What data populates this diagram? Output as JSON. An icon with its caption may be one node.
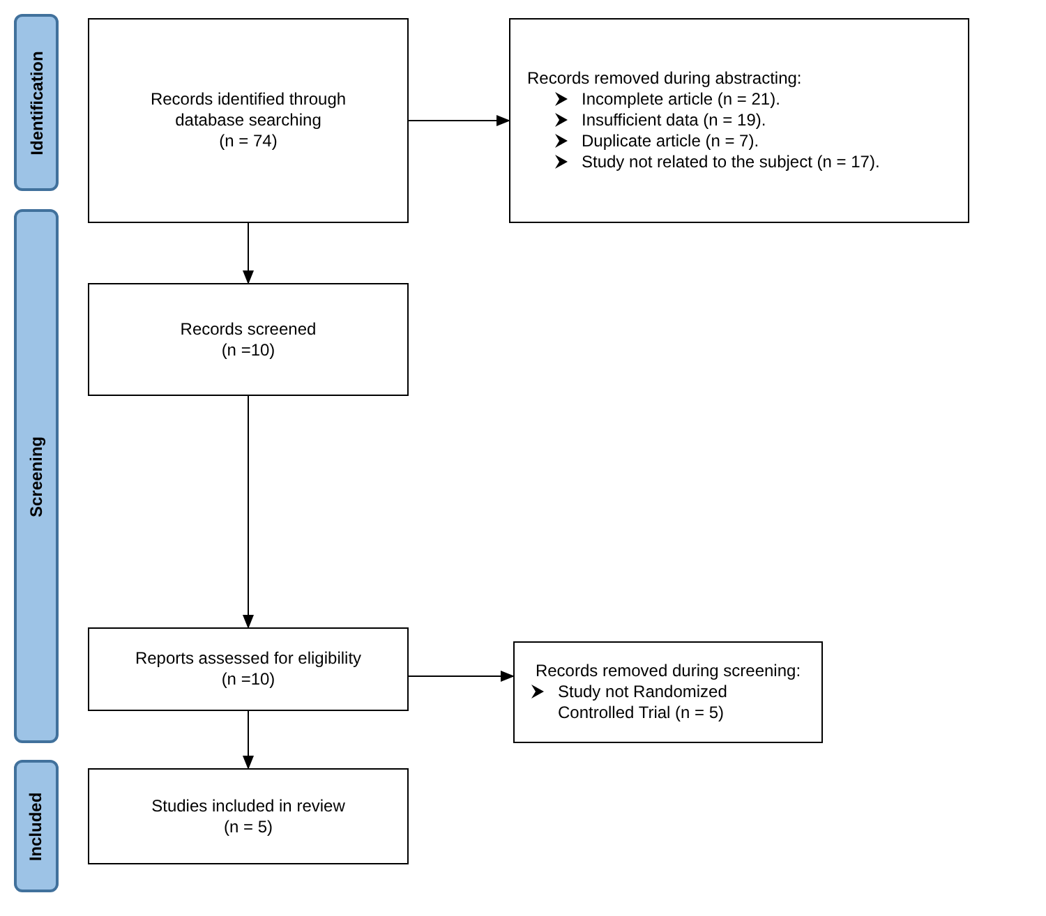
{
  "diagram": {
    "nodes": [
      {
        "text": [
          "Identification"
        ]
      },
      {
        "text": [
          "Records identified through database searching",
          "(n = 74)"
        ]
      },
      {
        "text": [
          "Records removed during abstracting:",
          "Incomplete article (n = 21).",
          "Insufficient data (n = 19).",
          "Duplicate article (n = 7).",
          "Study not related to the subject (n = 17)."
        ]
      },
      {
        "text": [
          "Screening"
        ]
      },
      {
        "text": [
          "Records screened",
          "(n =10)"
        ]
      },
      {
        "text": [
          "Reports assessed for eligibility",
          "(n =10)"
        ]
      },
      {
        "text": [
          "Records removed during screening:",
          "Study not Randomized Controlled Trial (n = 5)"
        ]
      },
      {
        "text": [
          "Included"
        ]
      },
      {
        "text": [
          "Studies included in review",
          "(n = 5)"
        ]
      }
    ],
    "edges": [
      {
        "from": 1,
        "to": 2,
        "arrow": "to"
      },
      {
        "from": 1,
        "to": 4,
        "arrow": "to"
      },
      {
        "from": 4,
        "to": 5,
        "arrow": "to"
      },
      {
        "from": 5,
        "to": 6,
        "arrow": "to"
      },
      {
        "from": 5,
        "to": 8,
        "arrow": "to"
      }
    ]
  }
}
